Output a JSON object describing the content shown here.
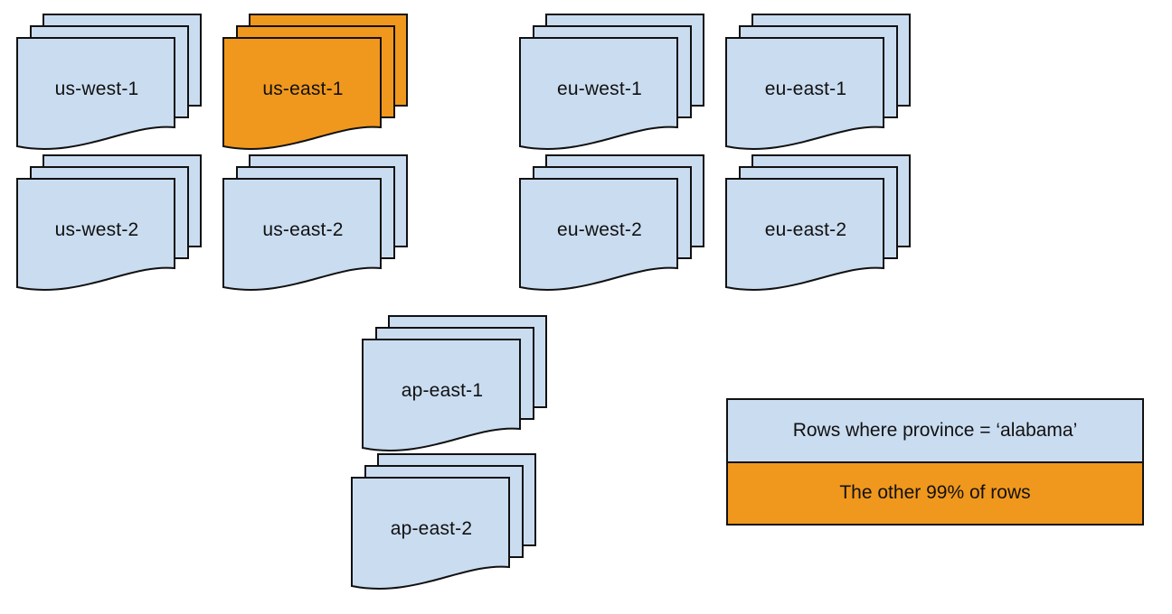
{
  "colors": {
    "doc_blue": "#cadcf0",
    "doc_orange": "#f0981d",
    "stroke": "#111111",
    "text": "#111111",
    "canvas": "#ffffff"
  },
  "regions": [
    {
      "label": "us-west-1",
      "highlighted": false
    },
    {
      "label": "us-east-1",
      "highlighted": true
    },
    {
      "label": "eu-west-1",
      "highlighted": false
    },
    {
      "label": "eu-east-1",
      "highlighted": false
    },
    {
      "label": "us-west-2",
      "highlighted": false
    },
    {
      "label": "us-east-2",
      "highlighted": false
    },
    {
      "label": "eu-west-2",
      "highlighted": false
    },
    {
      "label": "eu-east-2",
      "highlighted": false
    },
    {
      "label": "ap-east-1",
      "highlighted": false
    },
    {
      "label": "ap-east-2",
      "highlighted": false
    }
  ],
  "legend": {
    "items": [
      {
        "label": "Rows where province = ‘alabama’",
        "swatch": "blue"
      },
      {
        "label": "The other 99% of rows",
        "swatch": "orange"
      }
    ]
  }
}
